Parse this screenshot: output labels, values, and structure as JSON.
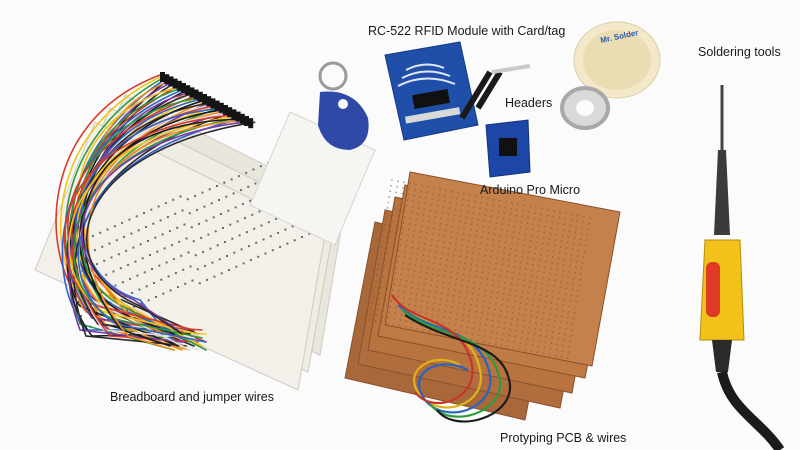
{
  "labels": {
    "rfid": "RC-522 RFID Module with Card/tag",
    "soldering": "Soldering tools",
    "headers": "Headers",
    "arduino": "Arduino Pro Micro",
    "breadboard": "Breadboard and jumper wires",
    "pcb": "Protyping PCB & wires",
    "solder_brand": "Mr. Solder"
  },
  "colors": {
    "background": "#fbfbfb",
    "rfid_board": "#1f4fa8",
    "tag": "#2f49a6",
    "pcb": "#b8733f",
    "breadboard": "#efece4",
    "iron_grip": "#f2c21a",
    "iron_accent": "#e03a24",
    "cable": "#1b1b1b"
  }
}
